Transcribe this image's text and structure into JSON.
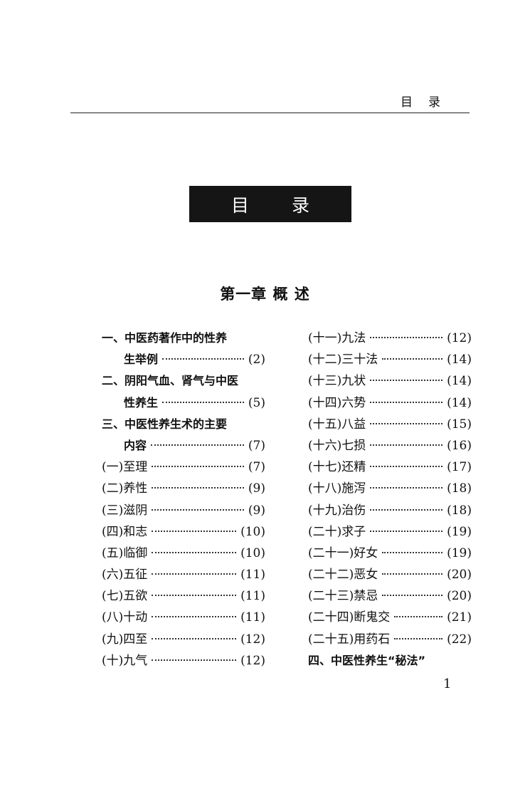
{
  "running_head": "目录",
  "title_box": "目录",
  "chapter_title": "第一章  概  述",
  "toc_left": [
    {
      "label": "一、中医药著作中的性养",
      "page": "",
      "bold": true,
      "indent": false
    },
    {
      "label": "生举例",
      "page": "(2)",
      "bold": true,
      "indent": true
    },
    {
      "label": "二、阴阳气血、肾气与中医",
      "page": "",
      "bold": true,
      "indent": false
    },
    {
      "label": "性养生",
      "page": "(5)",
      "bold": true,
      "indent": true
    },
    {
      "label": "三、中医性养生术的主要",
      "page": "",
      "bold": true,
      "indent": false
    },
    {
      "label": "内容",
      "page": "(7)",
      "bold": true,
      "indent": true
    },
    {
      "label": "(一)至理",
      "page": "(7)",
      "bold": false,
      "indent": false
    },
    {
      "label": "(二)养性",
      "page": "(9)",
      "bold": false,
      "indent": false
    },
    {
      "label": "(三)滋阴",
      "page": "(9)",
      "bold": false,
      "indent": false
    },
    {
      "label": "(四)和志",
      "page": "(10)",
      "bold": false,
      "indent": false
    },
    {
      "label": "(五)临御",
      "page": "(10)",
      "bold": false,
      "indent": false
    },
    {
      "label": "(六)五征",
      "page": "(11)",
      "bold": false,
      "indent": false
    },
    {
      "label": "(七)五欲",
      "page": "(11)",
      "bold": false,
      "indent": false
    },
    {
      "label": "(八)十动",
      "page": "(11)",
      "bold": false,
      "indent": false
    },
    {
      "label": "(九)四至",
      "page": "(12)",
      "bold": false,
      "indent": false
    },
    {
      "label": "(十)九气",
      "page": "(12)",
      "bold": false,
      "indent": false
    }
  ],
  "toc_right": [
    {
      "label": "(十一)九法",
      "page": "(12)",
      "bold": false,
      "indent": false
    },
    {
      "label": "(十二)三十法",
      "page": "(14)",
      "bold": false,
      "indent": false
    },
    {
      "label": "(十三)九状",
      "page": "(14)",
      "bold": false,
      "indent": false
    },
    {
      "label": "(十四)六势",
      "page": "(14)",
      "bold": false,
      "indent": false
    },
    {
      "label": "(十五)八益",
      "page": "(15)",
      "bold": false,
      "indent": false
    },
    {
      "label": "(十六)七损",
      "page": "(16)",
      "bold": false,
      "indent": false
    },
    {
      "label": "(十七)还精",
      "page": "(17)",
      "bold": false,
      "indent": false
    },
    {
      "label": "(十八)施泻",
      "page": "(18)",
      "bold": false,
      "indent": false
    },
    {
      "label": "(十九)治伤",
      "page": "(18)",
      "bold": false,
      "indent": false
    },
    {
      "label": "(二十)求子",
      "page": "(19)",
      "bold": false,
      "indent": false
    },
    {
      "label": "(二十一)好女",
      "page": "(19)",
      "bold": false,
      "indent": false
    },
    {
      "label": "(二十二)恶女",
      "page": "(20)",
      "bold": false,
      "indent": false
    },
    {
      "label": "(二十三)禁忌",
      "page": "(20)",
      "bold": false,
      "indent": false
    },
    {
      "label": "(二十四)断鬼交",
      "page": "(21)",
      "bold": false,
      "indent": false
    },
    {
      "label": "(二十五)用药石",
      "page": "(22)",
      "bold": false,
      "indent": false
    },
    {
      "label": "四、中医性养生“秘法”",
      "page": "",
      "bold": true,
      "indent": false
    }
  ],
  "page_number": "1"
}
